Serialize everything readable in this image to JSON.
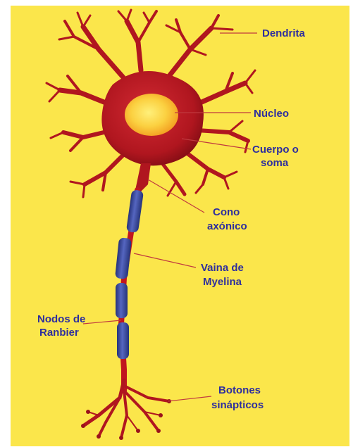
{
  "colors": {
    "background": "#fbe64b",
    "neuron": "#b0161f",
    "neuron_dark": "#7a0b12",
    "nucleus_outer": "#f2a11e",
    "nucleus_inner": "#fff07a",
    "myelin": "#3d4fa6",
    "myelin_dark": "#26337a",
    "label_text": "#2e2e9e",
    "leader_line": "#c0393f"
  },
  "labels": {
    "dendrita": "Dendrita",
    "nucleo": "Núcleo",
    "cuerpo_line1": "Cuerpo o",
    "cuerpo_line2": "soma",
    "cono_line1": "Cono",
    "cono_line2": "axónico",
    "vaina_line1": "Vaina de",
    "vaina_line2": "Myelina",
    "nodos_line1": "Nodos de",
    "nodos_line2": "Ranbier",
    "botones_line1": "Botones",
    "botones_line2": "sinápticos"
  }
}
